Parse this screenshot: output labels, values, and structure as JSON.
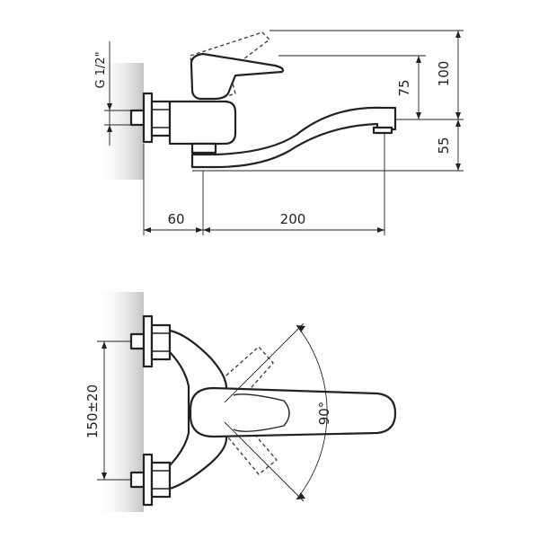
{
  "side_view": {
    "thread_label": "G 1/2\"",
    "dim_height_lever": "100",
    "dim_height_spout": "75",
    "dim_spout_to_base": "55",
    "dim_wall_offset": "60",
    "dim_spout_reach": "200"
  },
  "top_view": {
    "dim_centers": "150±20",
    "dim_swivel_angle": "90°"
  }
}
